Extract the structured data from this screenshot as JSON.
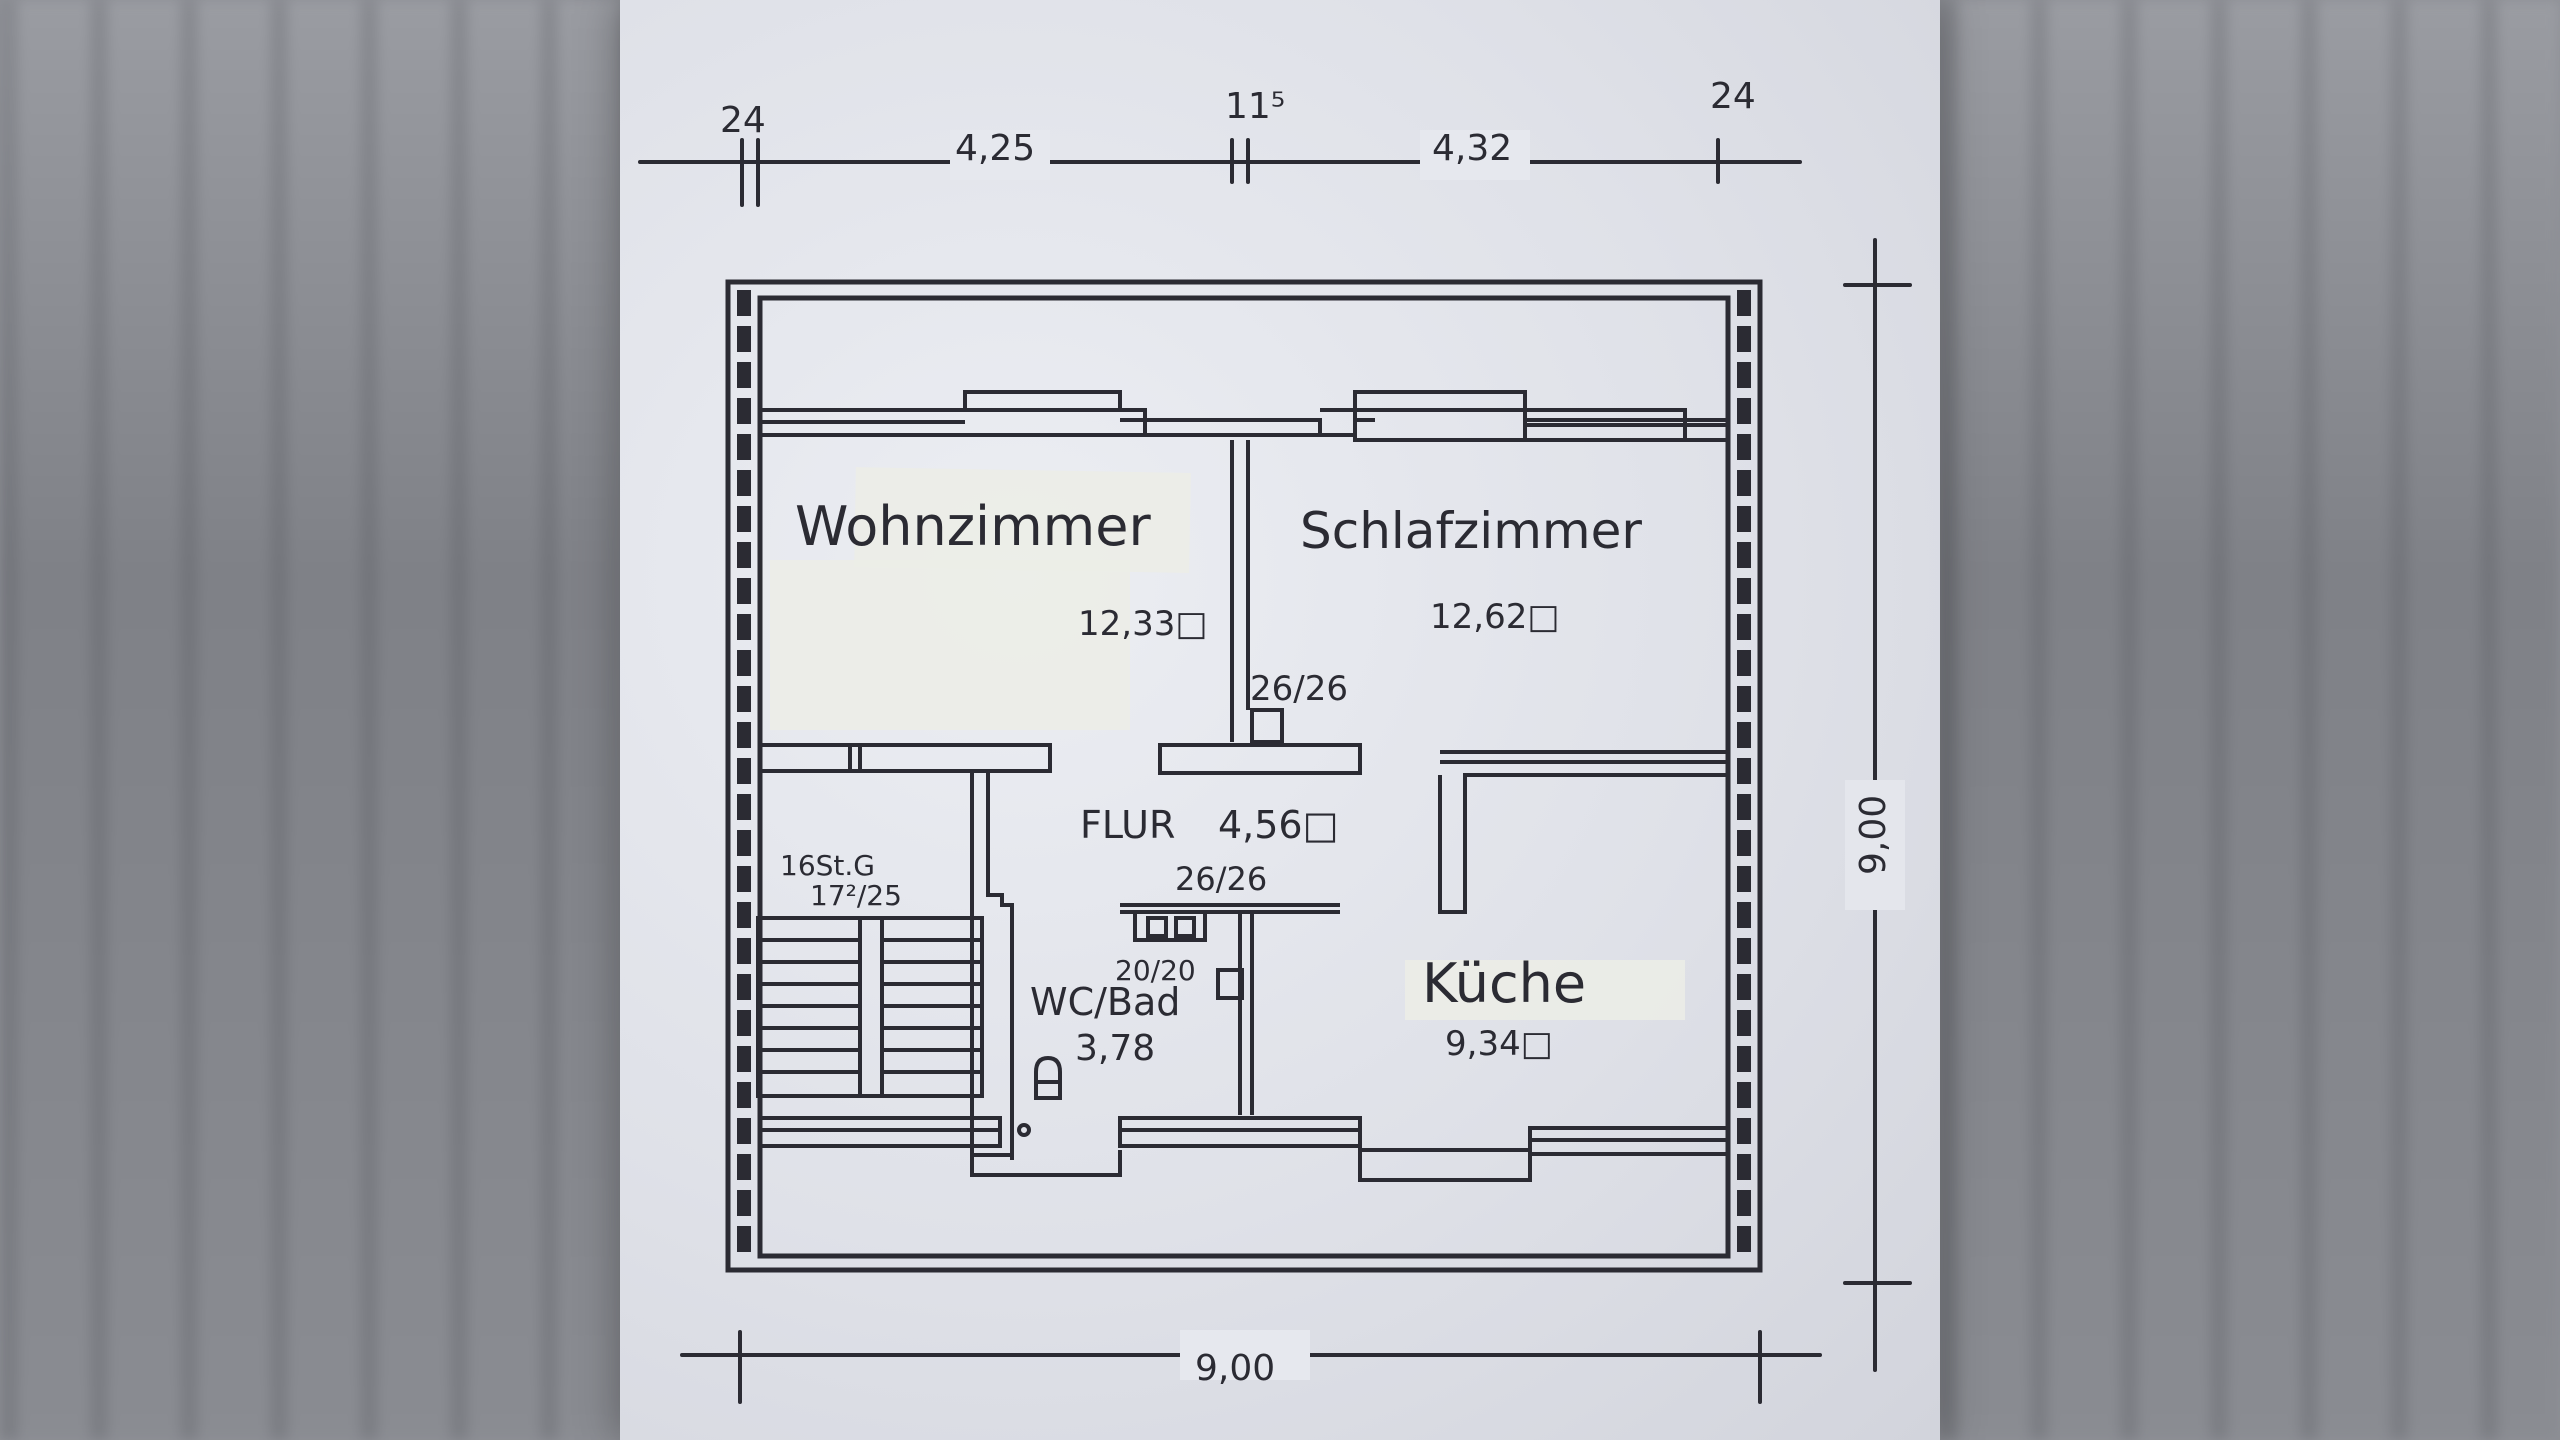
{
  "dimensions": {
    "left_wall": "24",
    "width_left": "4,25",
    "middle_wall": "11⁵",
    "width_right": "4,32",
    "right_wall": "24",
    "total_width": "9,00",
    "total_height": "9,00"
  },
  "rooms": {
    "wohnzimmer": {
      "name": "Wohnzimmer",
      "area": "12,33□"
    },
    "schlafzimmer": {
      "name": "Schlafzimmer",
      "area": "12,62□"
    },
    "flur": {
      "name": "FLUR",
      "area": "4,56□"
    },
    "kueche": {
      "name": "Küche",
      "area": "9,34□"
    },
    "bad": {
      "name": "WC/Bad",
      "area": "3,78"
    }
  },
  "annotations": {
    "chimney_top": "26/26",
    "chimney_mid": "26/26",
    "chimney_small": "20/20",
    "stairs_line1": "16St.G",
    "stairs_line2": "17²/25"
  },
  "colors": {
    "ink": "#2b2b33",
    "paper": "#e3e5eb"
  }
}
